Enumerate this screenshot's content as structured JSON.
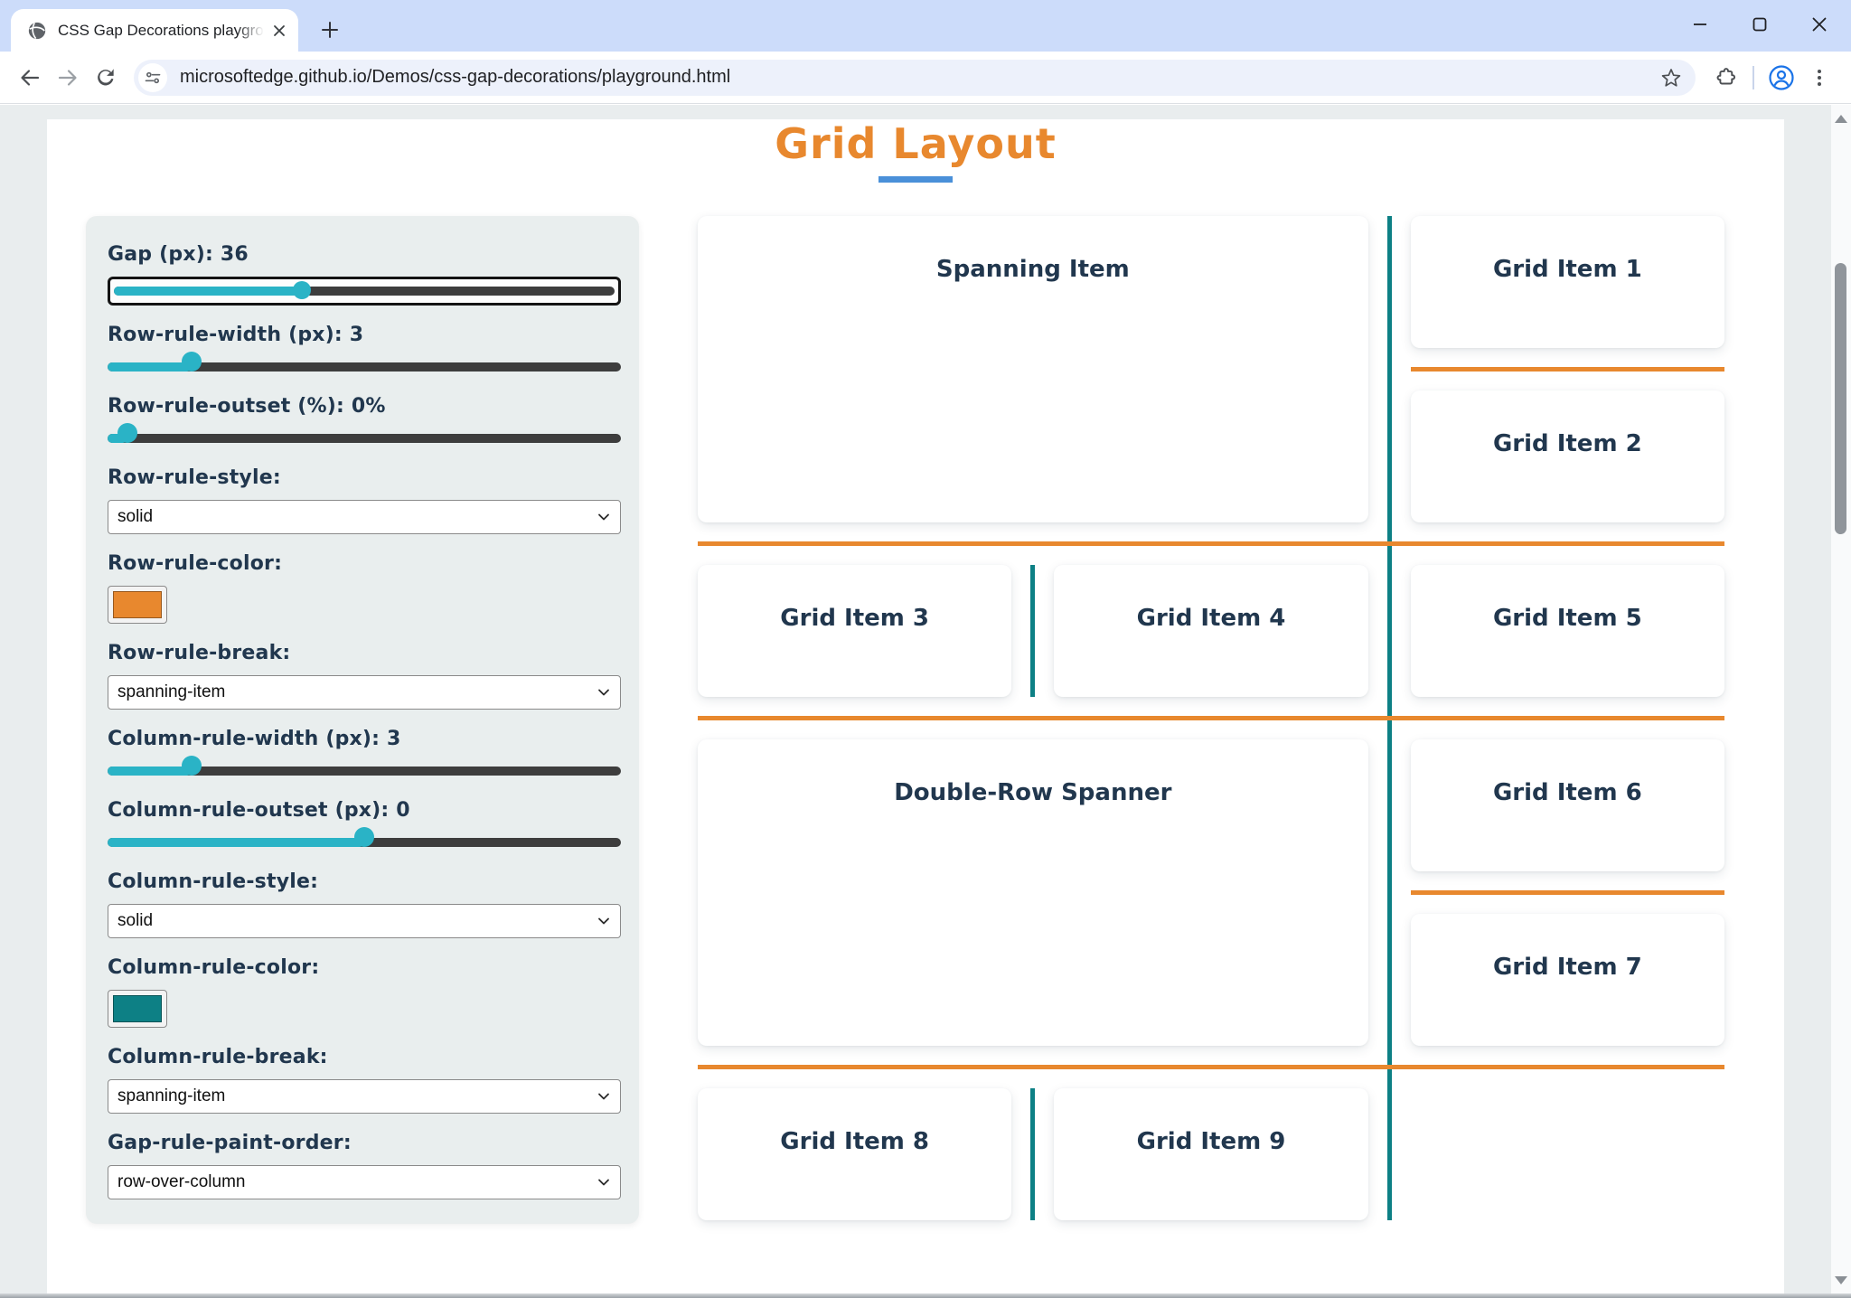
{
  "browser": {
    "tab_title": "CSS Gap Decorations playgroun",
    "url": "microsoftedge.github.io/Demos/css-gap-decorations/playground.html"
  },
  "page": {
    "title": "Grid Layout",
    "colors": {
      "accent_orange": "#e8882e",
      "accent_teal": "#0d8085",
      "slider_teal": "#2ab3c6",
      "title_underline_blue": "#4a90d9",
      "text_navy": "#21374e"
    },
    "controls": [
      {
        "id": "gap",
        "type": "slider",
        "label": "Gap (px): 36",
        "value": 36,
        "percent": 37,
        "focused": true
      },
      {
        "id": "row-rule-width",
        "type": "slider",
        "label": "Row-rule-width (px): 3",
        "value": 3,
        "percent": 15,
        "focused": false
      },
      {
        "id": "row-rule-outset",
        "type": "slider",
        "label": "Row-rule-outset (%): 0%",
        "value": 0,
        "percent": 2,
        "focused": false
      },
      {
        "id": "row-rule-style",
        "type": "select",
        "label": "Row-rule-style:",
        "value": "solid"
      },
      {
        "id": "row-rule-color",
        "type": "color",
        "label": "Row-rule-color:",
        "color": "#e8882e"
      },
      {
        "id": "row-rule-break",
        "type": "select",
        "label": "Row-rule-break:",
        "value": "spanning-item"
      },
      {
        "id": "column-rule-width",
        "type": "slider",
        "label": "Column-rule-width (px): 3",
        "value": 3,
        "percent": 15,
        "focused": false
      },
      {
        "id": "column-rule-outset",
        "type": "slider",
        "label": "Column-rule-outset (px): 0",
        "value": 0,
        "percent": 50,
        "focused": false
      },
      {
        "id": "column-rule-style",
        "type": "select",
        "label": "Column-rule-style:",
        "value": "solid"
      },
      {
        "id": "column-rule-color",
        "type": "color",
        "label": "Column-rule-color:",
        "color": "#0d8085"
      },
      {
        "id": "column-rule-break",
        "type": "select",
        "label": "Column-rule-break:",
        "value": "spanning-item"
      },
      {
        "id": "gap-rule-paint-order",
        "type": "select",
        "label": "Gap-rule-paint-order:",
        "value": "row-over-column"
      }
    ],
    "grid": {
      "items": [
        {
          "label": "Spanning Item",
          "area": "1 / 1 / 3 / 3"
        },
        {
          "label": "Grid Item 1",
          "area": "1 / 3 / 2 / 4"
        },
        {
          "label": "Grid Item 2",
          "area": "2 / 3 / 3 / 4"
        },
        {
          "label": "Grid Item 3",
          "area": "3 / 1 / 4 / 2"
        },
        {
          "label": "Grid Item 4",
          "area": "3 / 2 / 4 / 3"
        },
        {
          "label": "Grid Item 5",
          "area": "3 / 3 / 4 / 4"
        },
        {
          "label": "Double-Row Spanner",
          "area": "4 / 1 / 6 / 3"
        },
        {
          "label": "Grid Item 6",
          "area": "4 / 3 / 5 / 4"
        },
        {
          "label": "Grid Item 7",
          "area": "5 / 3 / 6 / 4"
        },
        {
          "label": "Grid Item 8",
          "area": "6 / 1 / 7 / 2"
        },
        {
          "label": "Grid Item 9",
          "area": "6 / 2 / 7 / 3"
        }
      ],
      "row_rules": [
        {
          "gap_after_row": 1,
          "extent": "column-3"
        },
        {
          "gap_after_row": 2,
          "extent": "full"
        },
        {
          "gap_after_row": 3,
          "extent": "full"
        },
        {
          "gap_after_row": 4,
          "extent": "column-3"
        },
        {
          "gap_after_row": 5,
          "extent": "full"
        }
      ],
      "column_rules": [
        {
          "gap_after_column": 2,
          "rows": "1-6"
        },
        {
          "gap_after_column": 1,
          "rows": "3-3"
        },
        {
          "gap_after_column": 1,
          "rows": "6-6"
        }
      ],
      "paint_order": "row-over-column"
    }
  }
}
